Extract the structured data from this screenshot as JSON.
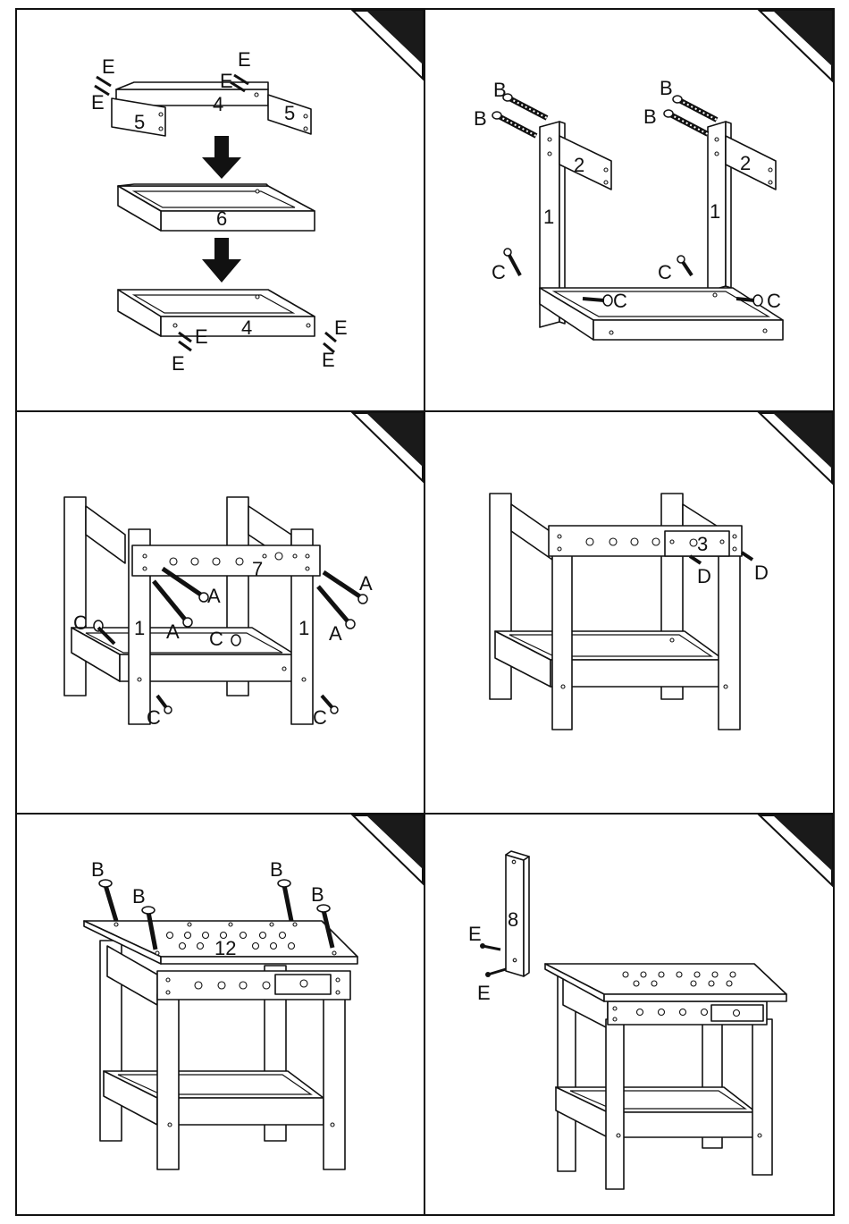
{
  "colors": {
    "ink": "#111111",
    "paper": "#ffffff",
    "corner": "#1a1a1a"
  },
  "panels": [
    {
      "id": "step-1",
      "part_labels": [
        "5",
        "4",
        "5",
        "6",
        "4"
      ],
      "hardware_labels": [
        "E",
        "E",
        "E",
        "E",
        "E",
        "E",
        "E",
        "E"
      ],
      "arrows": [
        "down-arrow",
        "down-arrow"
      ]
    },
    {
      "id": "step-2",
      "part_labels": [
        "2",
        "1",
        "2",
        "1"
      ],
      "hardware_labels": [
        "B",
        "B",
        "B",
        "B",
        "C",
        "C",
        "C",
        "C"
      ]
    },
    {
      "id": "step-3",
      "part_labels": [
        "7",
        "1",
        "1"
      ],
      "hardware_labels": [
        "A",
        "A",
        "A",
        "A",
        "C",
        "C",
        "C",
        "C"
      ]
    },
    {
      "id": "step-4",
      "part_labels": [
        "3"
      ],
      "hardware_labels": [
        "D",
        "D"
      ]
    },
    {
      "id": "step-5",
      "part_labels": [
        "12"
      ],
      "hardware_labels": [
        "B",
        "B",
        "B",
        "B"
      ]
    },
    {
      "id": "step-6",
      "part_labels": [
        "8"
      ],
      "hardware_labels": [
        "E",
        "E"
      ]
    }
  ]
}
